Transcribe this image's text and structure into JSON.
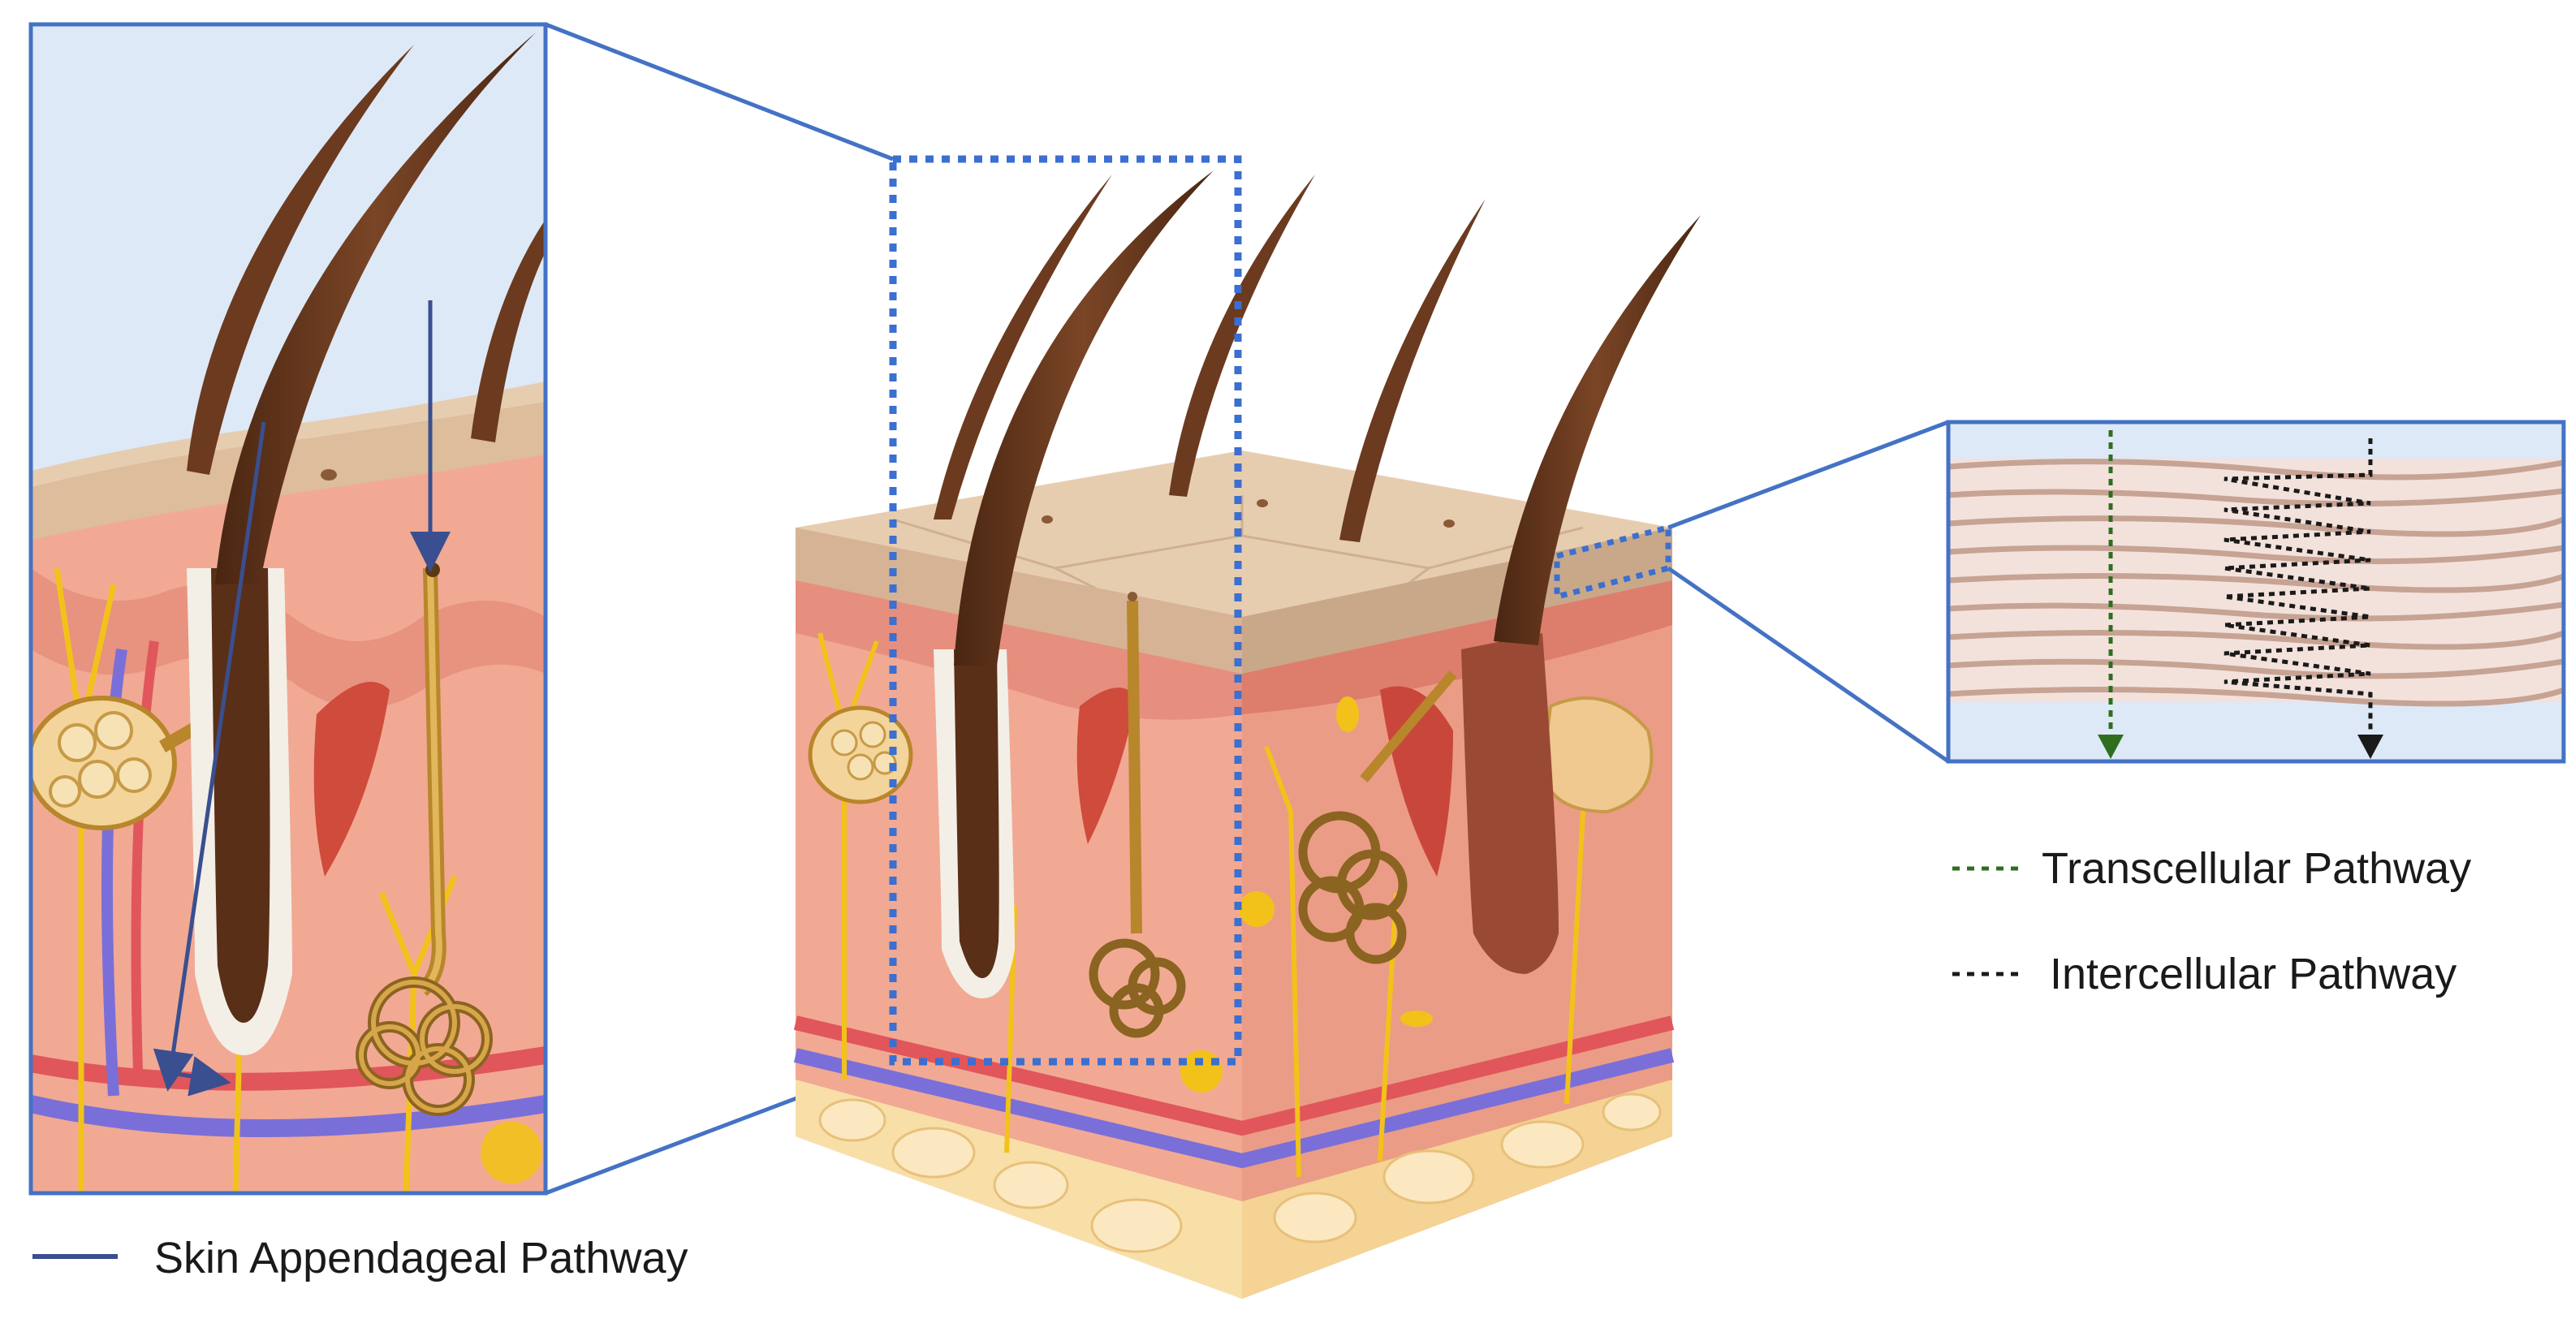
{
  "legend": {
    "appendageal": {
      "label": "Skin Appendageal Pathway",
      "color": "#3a4f8f"
    },
    "transcellular": {
      "label": "Transcellular Pathway",
      "color": "#2f6e1f"
    },
    "intercellular": {
      "label": "Intercellular Pathway",
      "color": "#1a1a1a"
    }
  },
  "colors": {
    "frame_blue": "#4472c4",
    "dotted_blue": "#3b6fd0",
    "sky": "#dde9f7",
    "epidermis_top": "#e7cdb0",
    "epidermis_edge": "#c9a88a",
    "dermis": "#eea48e",
    "dermis_deep": "#f4b9a4",
    "hair": "#6b3a1f",
    "gland": "#b8862b",
    "nerve": "#f2c21a",
    "vein": "#7a6fd8",
    "artery": "#e0565b",
    "fat": "#f8dfa8"
  }
}
